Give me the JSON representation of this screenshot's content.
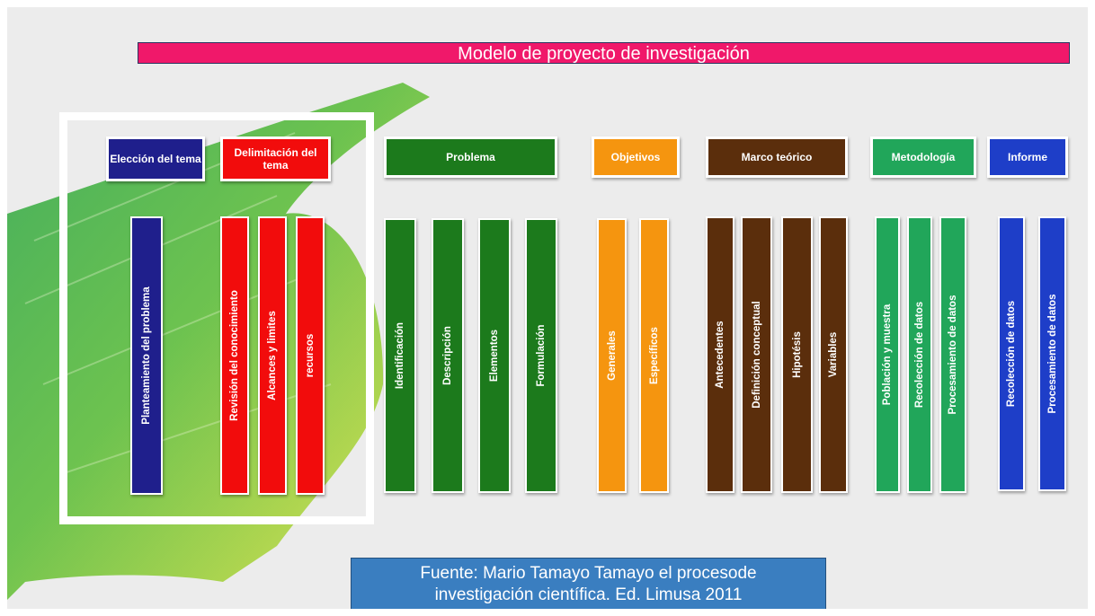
{
  "title": "Modelo de proyecto de investigación",
  "source": {
    "line1": "Fuente: Mario Tamayo Tamayo el procesode",
    "line2": "investigación científica. Ed. Limusa 2011"
  },
  "colors": {
    "title_bar": "#f0186a",
    "navy": "#1f1f8c",
    "red": "#f20c0c",
    "green_dark": "#1c7a1c",
    "orange": "#f5950f",
    "brown": "#5b2e0c",
    "green_light": "#21a65a",
    "blue": "#1e3ec8",
    "source_box": "#3a7ec0"
  },
  "groups": [
    {
      "header": "Elección del tema",
      "color": "navy",
      "items": [
        "Planteamiento del problema"
      ]
    },
    {
      "header": "Delimitación del tema",
      "color": "red",
      "items": [
        "Revisión del conocimiento",
        "Alcances y limites",
        "recursos"
      ]
    },
    {
      "header": "Problema",
      "color": "green_dark",
      "items": [
        "Identificación",
        "Descripción",
        "Elementos",
        "Formulación"
      ]
    },
    {
      "header": "Objetivos",
      "color": "orange",
      "items": [
        "Generales",
        "Específicos"
      ]
    },
    {
      "header": "Marco teórico",
      "color": "brown",
      "items": [
        "Antecedentes",
        "Definición conceptual",
        "Hipotésis",
        "Variables"
      ]
    },
    {
      "header": "Metodología",
      "color": "green_light",
      "items": [
        "Población y muestra",
        "Recolección de datos",
        "Procesamiento de datos"
      ]
    },
    {
      "header": "Informe",
      "color": "blue",
      "items": [
        "Recolección de datos",
        "Procesamiento de datos"
      ]
    }
  ]
}
